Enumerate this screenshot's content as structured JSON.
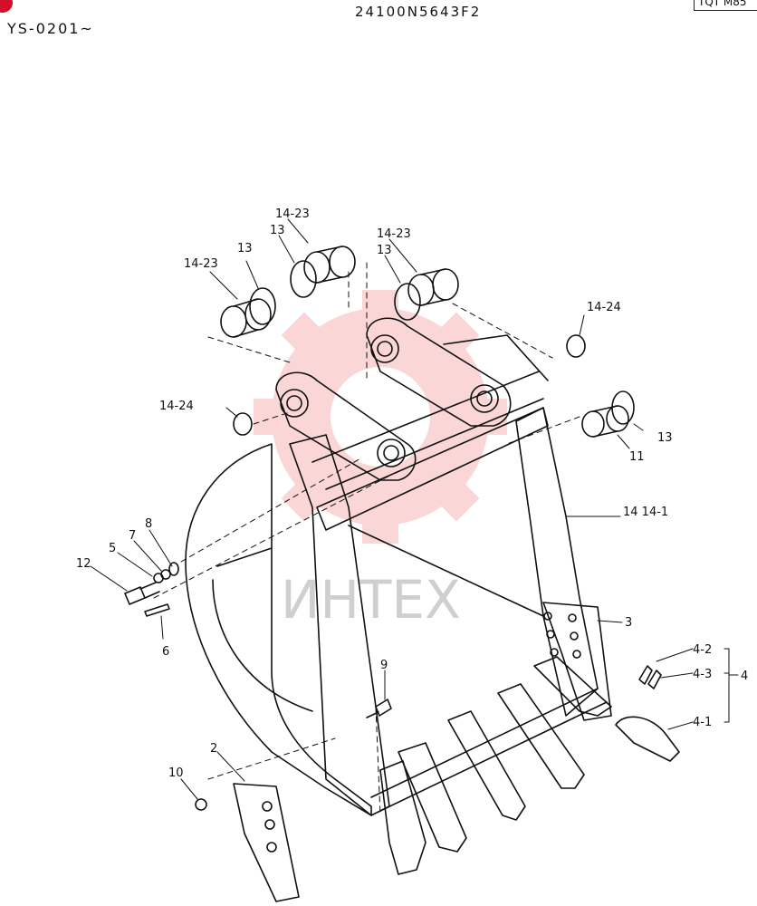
{
  "header": {
    "drawing_code": "24100N5643F2",
    "serial_range": "YS-0201~",
    "corner_box_text": "TQT M85"
  },
  "watermark": {
    "text": "ИНТЕХ",
    "color": "#f4a6a6"
  },
  "labels": {
    "p14_23_left": "14-23",
    "p13_left": "13",
    "p14_23_mid": "14-23",
    "p13_mid": "13",
    "p14_23_right": "14-23",
    "p13_right": "13",
    "p14_24_top": "14-24",
    "p14_24_left": "14-24",
    "p13_lower": "13",
    "p11": "11",
    "p14_14_1": "14 14-1",
    "p3": "3",
    "p4_2": "4-2",
    "p4_3": "4-3",
    "p4": "4",
    "p4_1": "4-1",
    "p8": "8",
    "p7": "7",
    "p5": "5",
    "p12": "12",
    "p6": "6",
    "p9": "9",
    "p2": "2",
    "p10": "10"
  }
}
